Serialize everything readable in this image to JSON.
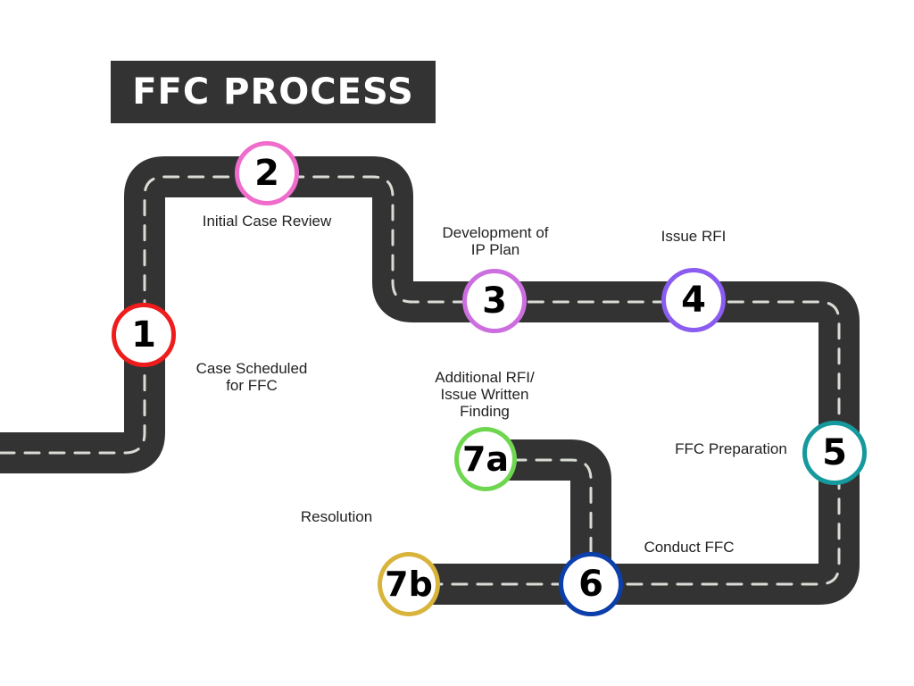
{
  "title": "FFC PROCESS",
  "colors": {
    "road": "#333333",
    "lane_marking": "#d8dcd4",
    "title_bg": "#333333",
    "title_text": "#ffffff"
  },
  "steps": [
    {
      "id": "1",
      "label": "Case Scheduled\nfor FFC",
      "color": "#ee1c1c"
    },
    {
      "id": "2",
      "label": "Initial Case Review",
      "color": "#f06ccc"
    },
    {
      "id": "3",
      "label": "Development of\nIP Plan",
      "color": "#cc6ee0"
    },
    {
      "id": "4",
      "label": "Issue RFI",
      "color": "#8a5cf0"
    },
    {
      "id": "5",
      "label": "FFC Preparation",
      "color": "#16999c"
    },
    {
      "id": "6",
      "label": "Conduct FFC",
      "color": "#0c3faa"
    },
    {
      "id": "7a",
      "label": "Additional RFI/\nIssue Written\nFinding",
      "color": "#6fd650"
    },
    {
      "id": "7b",
      "label": "Resolution",
      "color": "#d8b43c"
    }
  ]
}
